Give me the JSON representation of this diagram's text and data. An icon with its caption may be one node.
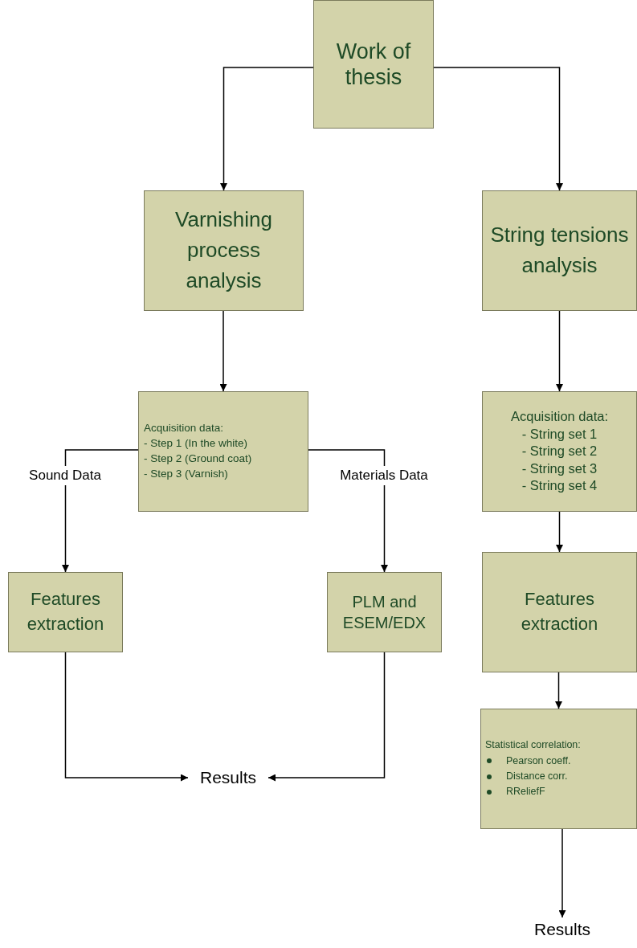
{
  "diagram": {
    "nodes": [
      {
        "text": [
          "Work of thesis"
        ]
      },
      {
        "text": [
          "Varnishing process analysis"
        ]
      },
      {
        "text": [
          "String tensions analysis"
        ]
      },
      {
        "text": [
          "Acquisition data:",
          "- Step 1 (In the white)",
          "- Step 2 (Ground coat)",
          "- Step 3 (Varnish)"
        ]
      },
      {
        "text": [
          "Acquisition data:",
          "- String set 1",
          "- String set 2",
          "- String set 3",
          "- String set 4"
        ]
      },
      {
        "text": [
          "Features extraction"
        ]
      },
      {
        "text": [
          "PLM and ESEM/EDX"
        ]
      },
      {
        "text": [
          "Features extraction"
        ]
      },
      {
        "text": [
          "Results"
        ]
      },
      {
        "text": [
          "Statistical correlation:",
          "Pearson coeff.",
          "Distance corr.",
          "RReliefF"
        ]
      },
      {
        "text": [
          "Results"
        ]
      }
    ],
    "edges": [
      {
        "from": 0,
        "to": 1,
        "arrow": "to"
      },
      {
        "from": 0,
        "to": 2,
        "arrow": "to"
      },
      {
        "from": 1,
        "to": 3,
        "arrow": "to"
      },
      {
        "from": 3,
        "to": 5,
        "arrow": "to",
        "label": "Sound Data"
      },
      {
        "from": 3,
        "to": 6,
        "arrow": "to",
        "label": "Materials Data"
      },
      {
        "from": 2,
        "to": 4,
        "arrow": "to"
      },
      {
        "from": 4,
        "to": 7,
        "arrow": "to"
      },
      {
        "from": 7,
        "to": 9,
        "arrow": "to"
      },
      {
        "from": 9,
        "to": 10,
        "arrow": "to"
      },
      {
        "from": 5,
        "to": 8,
        "arrow": "to"
      },
      {
        "from": 6,
        "to": 8,
        "arrow": "to"
      }
    ]
  }
}
